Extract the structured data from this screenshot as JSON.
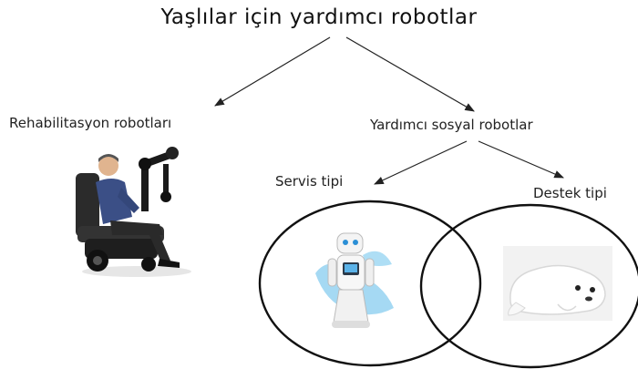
{
  "title": "Yaşlılar için yardımcı robotlar",
  "branches": {
    "rehabilitation": "Rehabilitasyon robotları",
    "social": "Yardımcı sosyal robotlar"
  },
  "social_types": {
    "service": "Servis tipi",
    "support": "Destek tipi"
  },
  "illustrations": {
    "rehabilitation": "person-in-wheelchair-with-robot-arm",
    "service": "humanoid-service-robot",
    "support": "seal-plush-robot"
  }
}
